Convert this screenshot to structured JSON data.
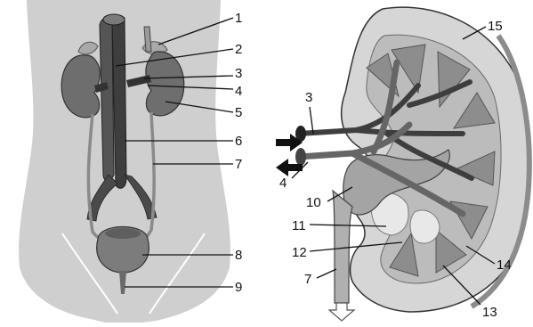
{
  "left_figure": {
    "labels": {
      "l1": "1",
      "l2": "2",
      "l3": "3",
      "l4": "4",
      "l5": "5",
      "l6": "6",
      "l7": "7",
      "l8": "8",
      "l9": "9"
    }
  },
  "right_figure": {
    "labels": {
      "l3": "3",
      "l4": "4",
      "l7": "7",
      "l10": "10",
      "l11": "11",
      "l12": "12",
      "l13": "13",
      "l14": "14",
      "l15": "15"
    }
  },
  "colors": {
    "body_silhouette": "#cfcfcf",
    "organ_dark": "#4a4a4a",
    "organ_mid": "#8a8a8a",
    "organ_light": "#bdbdbd",
    "cortex": "#d9d9d9",
    "leader_line": "#111111"
  }
}
